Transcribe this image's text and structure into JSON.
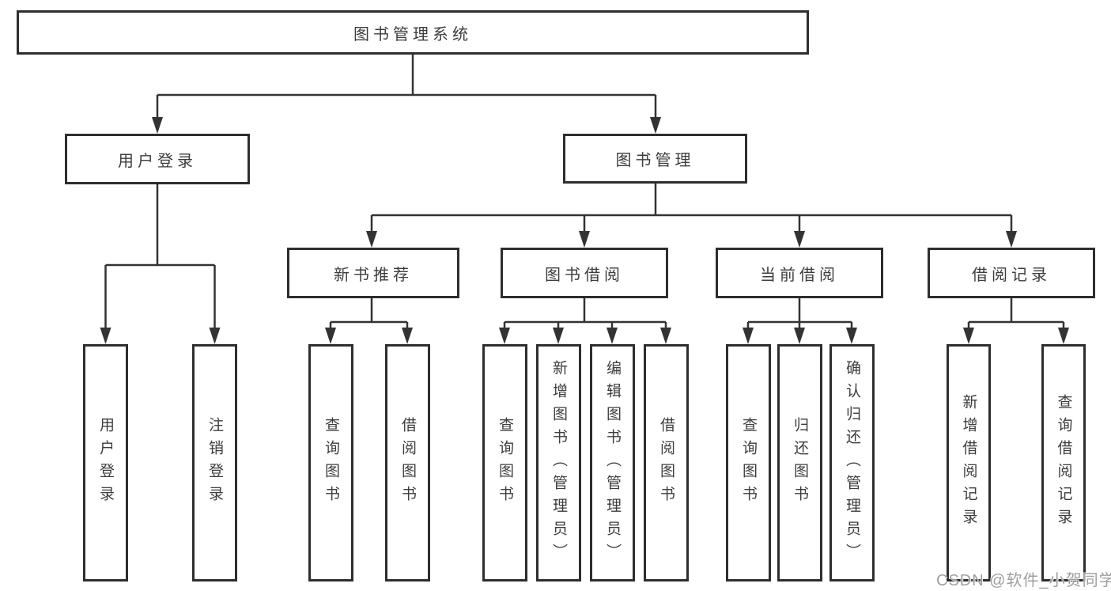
{
  "tree": {
    "root": {
      "label": "图书管理系统",
      "children": [
        {
          "label": "用户登录",
          "children": [
            {
              "label": "用户登录"
            },
            {
              "label": "注销登录"
            }
          ]
        },
        {
          "label": "图书管理",
          "children": [
            {
              "label": "新书推荐",
              "children": [
                {
                  "label": "查询图书"
                },
                {
                  "label": "借阅图书"
                }
              ]
            },
            {
              "label": "图书借阅",
              "children": [
                {
                  "label": "查询图书"
                },
                {
                  "label": "新增图书（管理员）"
                },
                {
                  "label": "编辑图书（管理员）"
                },
                {
                  "label": "借阅图书"
                }
              ]
            },
            {
              "label": "当前借阅",
              "children": [
                {
                  "label": "查询图书"
                },
                {
                  "label": "归还图书"
                },
                {
                  "label": "确认归还（管理员）"
                }
              ]
            },
            {
              "label": "借阅记录",
              "children": [
                {
                  "label": "新增借阅记录"
                },
                {
                  "label": "查询借阅记录"
                }
              ]
            }
          ]
        }
      ]
    }
  },
  "watermark": {
    "text": "CSDN @软件_小贺同学"
  },
  "colors": {
    "line": "#333333",
    "box_border": "#2e2e2e",
    "text": "#3d3d3d",
    "watermark": "#9f9f9f",
    "background": "#ffffff"
  }
}
